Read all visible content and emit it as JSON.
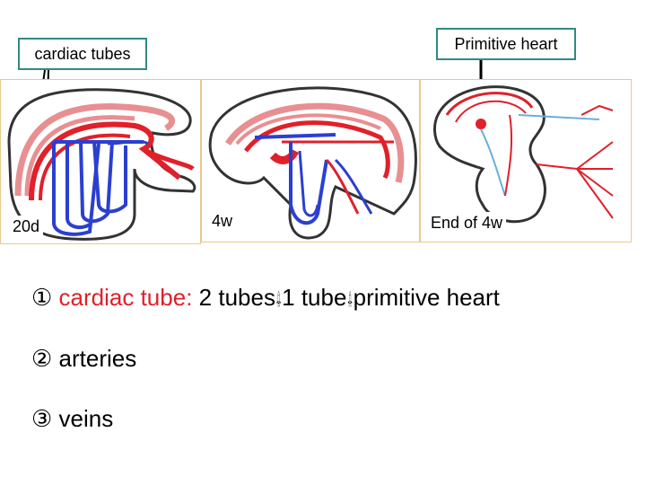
{
  "labels": {
    "cardiac_tubes": "cardiac tubes",
    "primitive_heart": "Primitive heart"
  },
  "stages": {
    "d20": "20d",
    "w4": "4w",
    "end_w4": "End of 4w"
  },
  "items": [
    {
      "num": "①",
      "term": "cardiac tube:",
      "parts": [
        "2 tubes",
        "1 tube",
        "primitive heart"
      ],
      "sep": "🙭"
    },
    {
      "num": "②",
      "text": "arteries"
    },
    {
      "num": "③",
      "text": "veins"
    }
  ],
  "colors": {
    "artery": "#e0202a",
    "vein": "#2b3fd0",
    "pale_artery": "#e88f92",
    "light_vein": "#6ab0d8",
    "box_border": "#2f8a86"
  }
}
